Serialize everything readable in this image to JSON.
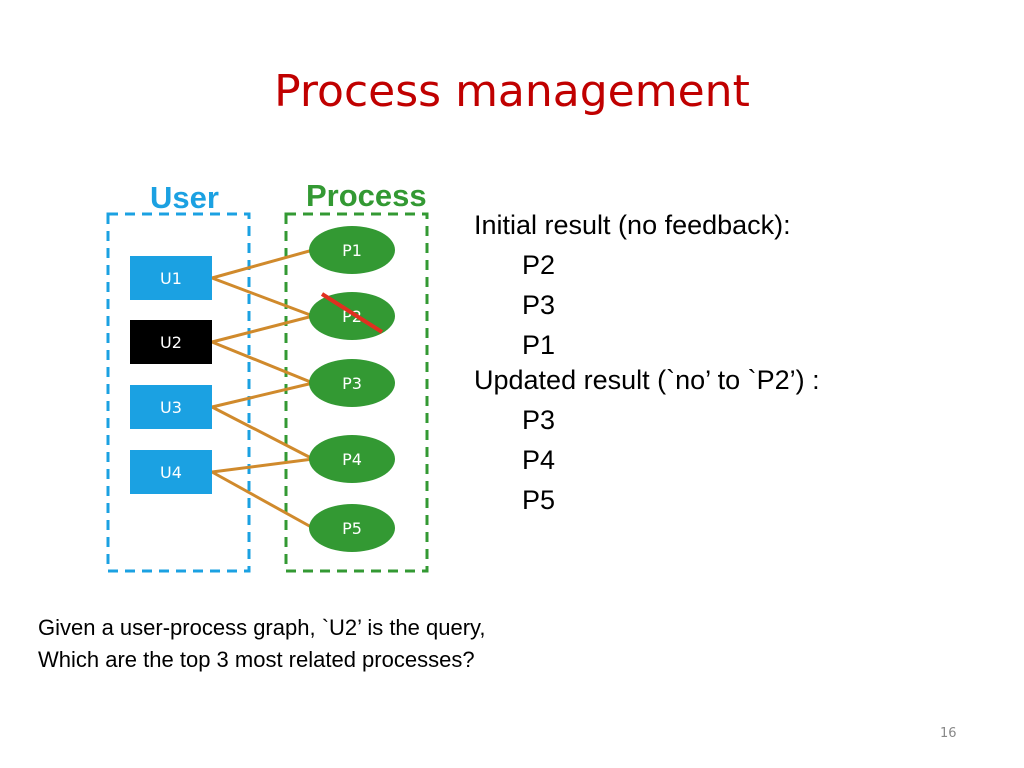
{
  "slide": {
    "title": "Process management",
    "page_number": "16"
  },
  "graph": {
    "user_label": "User",
    "process_label": "Process",
    "users": [
      {
        "label": "U1",
        "is_query": false
      },
      {
        "label": "U2",
        "is_query": true
      },
      {
        "label": "U3",
        "is_query": false
      },
      {
        "label": "U4",
        "is_query": false
      }
    ],
    "processes": [
      {
        "label": "P1",
        "crossed_out": false
      },
      {
        "label": "P2",
        "crossed_out": true
      },
      {
        "label": "P3",
        "crossed_out": false
      },
      {
        "label": "P4",
        "crossed_out": false
      },
      {
        "label": "P5",
        "crossed_out": false
      }
    ],
    "edges": [
      [
        "U1",
        "P1"
      ],
      [
        "U1",
        "P2"
      ],
      [
        "U2",
        "P2"
      ],
      [
        "U2",
        "P3"
      ],
      [
        "U3",
        "P3"
      ],
      [
        "U3",
        "P4"
      ],
      [
        "U4",
        "P4"
      ],
      [
        "U4",
        "P5"
      ]
    ],
    "colors": {
      "user_box": "#1ba1e2",
      "query_box": "#000000",
      "process_node": "#339933",
      "edge": "#d08a2c",
      "user_border": "#1ba1e2",
      "process_border": "#339933",
      "cross": "#e03020"
    }
  },
  "initial_result": {
    "heading": "Initial result (no feedback):",
    "items": [
      "P2",
      "P3",
      "P1"
    ]
  },
  "updated_result": {
    "heading": "Updated result (`no’ to `P2’) :",
    "items": [
      "P3",
      "P4",
      "P5"
    ]
  },
  "question": {
    "line1": "Given a user-process graph, `U2’ is the query,",
    "line2": "Which are the top 3 most related processes?"
  }
}
